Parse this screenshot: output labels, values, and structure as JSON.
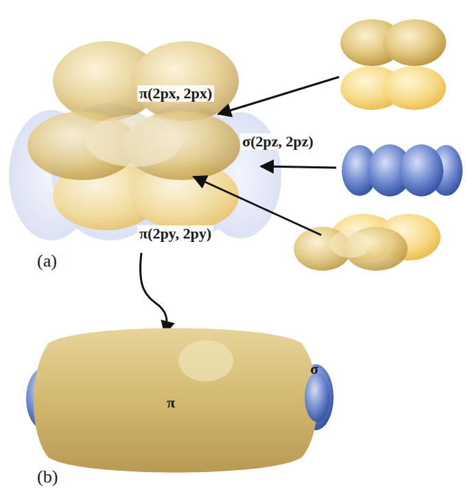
{
  "diagram": {
    "labels": [
      "π(2px, 2px)",
      "σ(2pz, 2pz)",
      "π(2py, 2py)",
      "(a)",
      "π",
      "σ",
      "(b)"
    ]
  }
}
